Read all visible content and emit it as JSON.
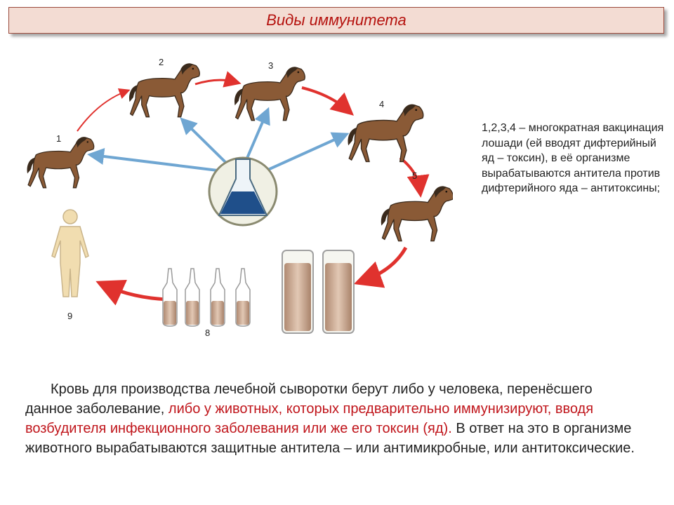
{
  "slide": {
    "title": "Виды иммунитета"
  },
  "figure": {
    "labels": [
      "1",
      "2",
      "3",
      "4",
      "5",
      "8",
      "9"
    ],
    "colors": {
      "horse": "#8a5a36",
      "red_arrow": "#e0322e",
      "blue_arrow": "#6fa6d2",
      "serum": "#c9a58f",
      "human": "#f1ddb0"
    }
  },
  "side_note": "1,2,3,4 – многократная вакцинация лошади (ей вводят дифтерийный яд – токсин), в её организме вырабатываются антитела против дифтерийного яда – антитоксины;",
  "body": {
    "part_black": "Кровь для производства лечебной сыворотки берут либо у человека, перенёсшего данное заболевание,",
    "part_red": "либо у животных, которых предварительно иммунизируют, вводя возбудителя инфекционного заболевания или же его токсин (яд).",
    "part_tail": "В ответ на это в организме животного вырабатываются защитные антитела – или антимикробные, или антитоксические."
  }
}
